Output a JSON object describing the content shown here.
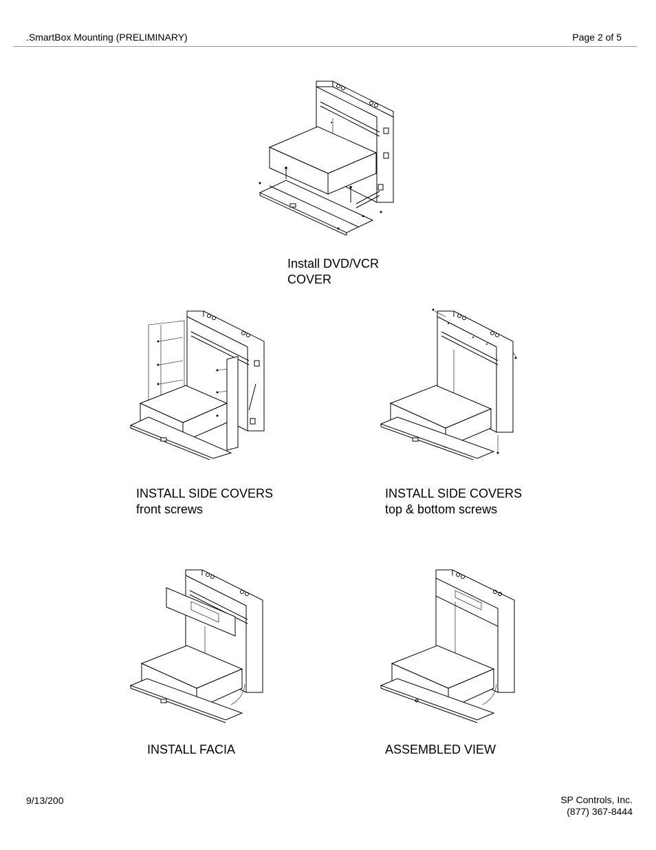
{
  "header": {
    "title": ".SmartBox Mounting (PRELIMINARY)",
    "page": "Page 2 of 5"
  },
  "figures": {
    "dvd_vcr": {
      "caption_line1": "Install DVD/VCR",
      "caption_line2": "COVER"
    },
    "side_front": {
      "caption_line1": "INSTALL SIDE COVERS",
      "caption_line2": "front screws"
    },
    "side_topbottom": {
      "caption_line1": "INSTALL SIDE COVERS",
      "caption_line2": "top & bottom screws"
    },
    "facia": {
      "caption_line1": "INSTALL FACIA"
    },
    "assembled": {
      "caption_line1": "ASSEMBLED VIEW"
    }
  },
  "footer": {
    "date": "9/13/200",
    "company": "SP Controls, Inc.",
    "phone": "(877) 367-8444"
  }
}
